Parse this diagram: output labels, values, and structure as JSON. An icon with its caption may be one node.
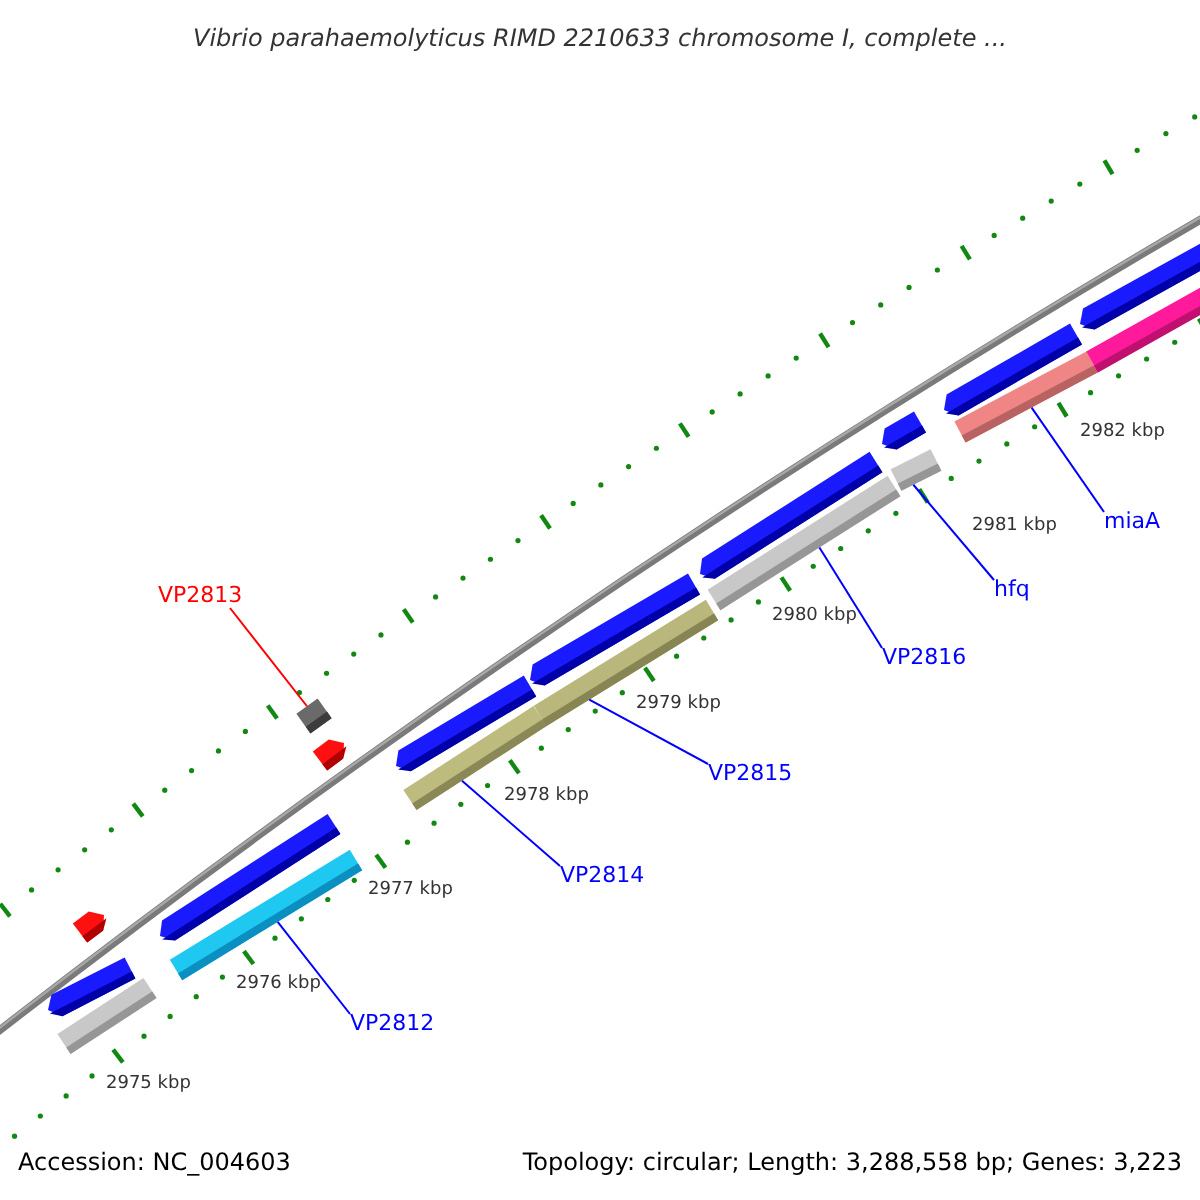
{
  "diagram": {
    "title": "Vibrio parahaemolyticus RIMD 2210633 chromosome I, complete ...",
    "nodes": [
      {
        "text": [
          "VP2813"
        ]
      },
      {
        "text": [],
        "shape": "box"
      },
      {
        "text": [],
        "shape": "pentagon"
      },
      {
        "text": [],
        "shape": "pentagon"
      },
      {
        "text": [
          "VP2812"
        ]
      },
      {
        "text": [],
        "shape": "bar"
      },
      {
        "text": [
          "VP2814"
        ]
      },
      {
        "text": [],
        "shape": "bar"
      },
      {
        "text": [
          "VP2815"
        ]
      },
      {
        "text": [],
        "shape": "bar"
      },
      {
        "text": [
          "VP2816"
        ]
      },
      {
        "text": [],
        "shape": "bar"
      },
      {
        "text": [
          "hfq"
        ]
      },
      {
        "text": [],
        "shape": "bar"
      },
      {
        "text": [
          "miaA"
        ]
      },
      {
        "text": [],
        "shape": "bar"
      },
      {
        "text": [],
        "shape": "pentagon"
      },
      {
        "text": [],
        "shape": "pentagon"
      },
      {
        "text": [],
        "shape": "pentagon"
      },
      {
        "text": [],
        "shape": "pentagon"
      },
      {
        "text": [],
        "shape": "pentagon"
      },
      {
        "text": [],
        "shape": "pentagon"
      },
      {
        "text": [],
        "shape": "pentagon"
      },
      {
        "text": [],
        "shape": "pentagon"
      },
      {
        "text": [],
        "shape": "bar"
      },
      {
        "text": [],
        "shape": "bar"
      }
    ],
    "edges": [
      {
        "from": 0,
        "to": 1,
        "arrow": "none",
        "color": "#ff0000"
      },
      {
        "from": 4,
        "to": 5,
        "arrow": "none"
      },
      {
        "from": 6,
        "to": 7,
        "arrow": "none"
      },
      {
        "from": 8,
        "to": 9,
        "arrow": "none"
      },
      {
        "from": 10,
        "to": 11,
        "arrow": "none"
      },
      {
        "from": 12,
        "to": 13,
        "arrow": "none"
      },
      {
        "from": 14,
        "to": 15,
        "arrow": "none"
      }
    ],
    "labels": [
      "2975 kbp",
      "2976 kbp",
      "2977 kbp",
      "2978 kbp",
      "2979 kbp",
      "2980 kbp",
      "2981 kbp",
      "2982 kbp",
      "Accession: NC_004603",
      "Topology: circular; Length: 3,288,558 bp; Genes: 3,223"
    ]
  }
}
